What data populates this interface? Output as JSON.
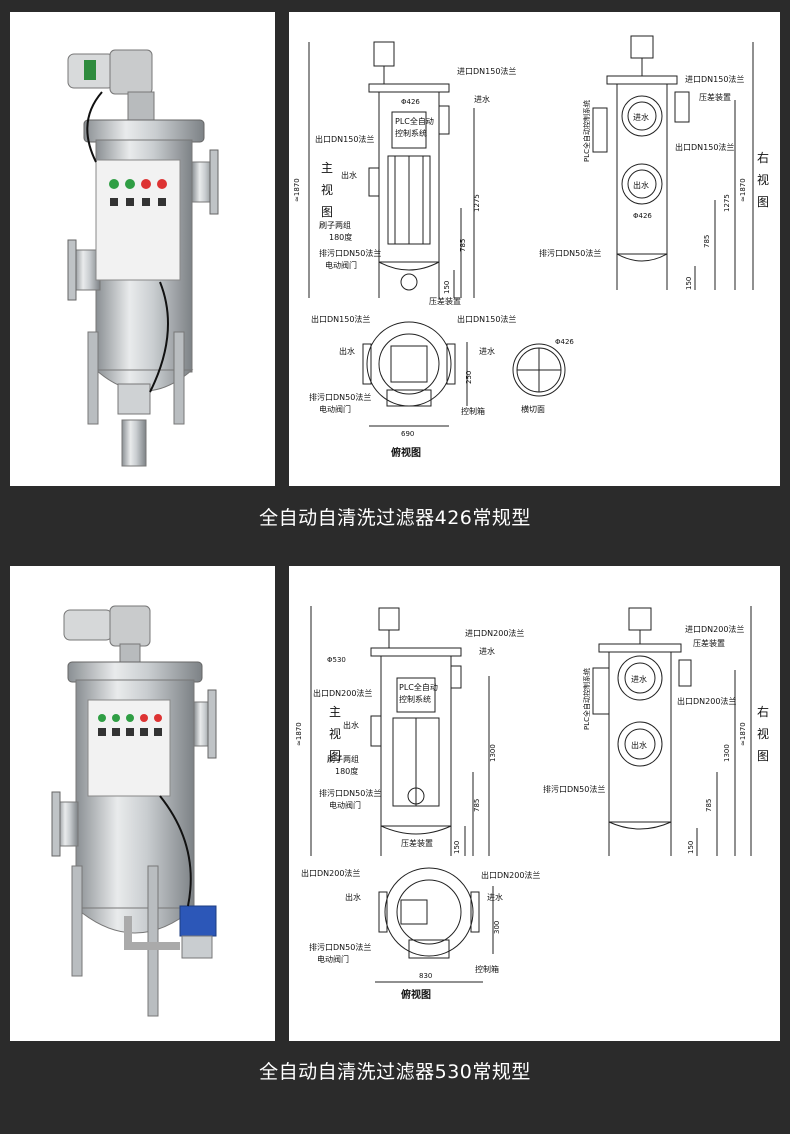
{
  "sections": [
    {
      "caption": "全自动自清洗过滤器426常规型",
      "front": {
        "inlet": "进口DN150法兰",
        "inlet_water": "进水",
        "outlet": "出口DN150法兰",
        "outlet_water": "出水",
        "view": [
          "主",
          "视",
          "图"
        ],
        "plc": [
          "PLC全自动",
          "控制系统"
        ],
        "brush": [
          "刷子两组",
          "180度"
        ],
        "drain": [
          "排污口DN50法兰",
          "电动阀门"
        ],
        "dia": "Φ426",
        "dims": {
          "total": "≈1870",
          "upper": "1275",
          "lower": "785",
          "bottom": "150"
        }
      },
      "right": {
        "inlet": "进口DN150法兰",
        "pressure": "压差装置",
        "outlet": "出口DN150法兰",
        "drain": "排污口DN50法兰",
        "plc": "PLC全自动控制系统",
        "in_tag": "进水",
        "out_tag": "出水",
        "dia": "Φ426",
        "view": [
          "右",
          "视",
          "图"
        ],
        "dims": {
          "total": "≈1870",
          "upper": "1275",
          "lower": "785",
          "bottom": "150"
        }
      },
      "top": {
        "pressure": "压差装置",
        "outlet_l": "出口DN150法兰",
        "outlet_r": "出口DN150法兰",
        "water_out": "出水",
        "water_in": "进水",
        "drain": [
          "排污口DN50法兰",
          "电动阀门"
        ],
        "cabinet": "控制箱",
        "width": "690",
        "depth": "250",
        "view": "俯视图",
        "section": "横切面",
        "section_dia": "Φ426"
      }
    },
    {
      "caption": "全自动自清洗过滤器530常规型",
      "front": {
        "inlet": "进口DN200法兰",
        "inlet_water": "进水",
        "outlet": "出口DN200法兰",
        "outlet_water": "出水",
        "view": [
          "主",
          "视",
          "图"
        ],
        "plc": [
          "PLC全自动",
          "控制系统"
        ],
        "brush": [
          "刷子两组",
          "180度"
        ],
        "drain": [
          "排污口DN50法兰",
          "电动阀门"
        ],
        "dia": "Φ530",
        "dims": {
          "total": "≈1870",
          "upper": "1300",
          "lower": "785",
          "bottom": "150"
        }
      },
      "right": {
        "inlet": "进口DN200法兰",
        "pressure": "压差装置",
        "outlet": "出口DN200法兰",
        "drain": "排污口DN50法兰",
        "plc": "PLC全自动控制系统",
        "in_tag": "进水",
        "out_tag": "出水",
        "view": [
          "右",
          "视",
          "图"
        ],
        "dims": {
          "total": "≈1870",
          "upper": "1300",
          "lower": "785",
          "bottom": "150"
        }
      },
      "top": {
        "pressure": "压差装置",
        "outlet_l": "出口DN200法兰",
        "outlet_r": "出口DN200法兰",
        "water_out": "出水",
        "water_in": "进水",
        "drain": [
          "排污口DN50法兰",
          "电动阀门"
        ],
        "cabinet": "控制箱",
        "width": "830",
        "depth": "300",
        "view": "俯视图"
      }
    }
  ]
}
